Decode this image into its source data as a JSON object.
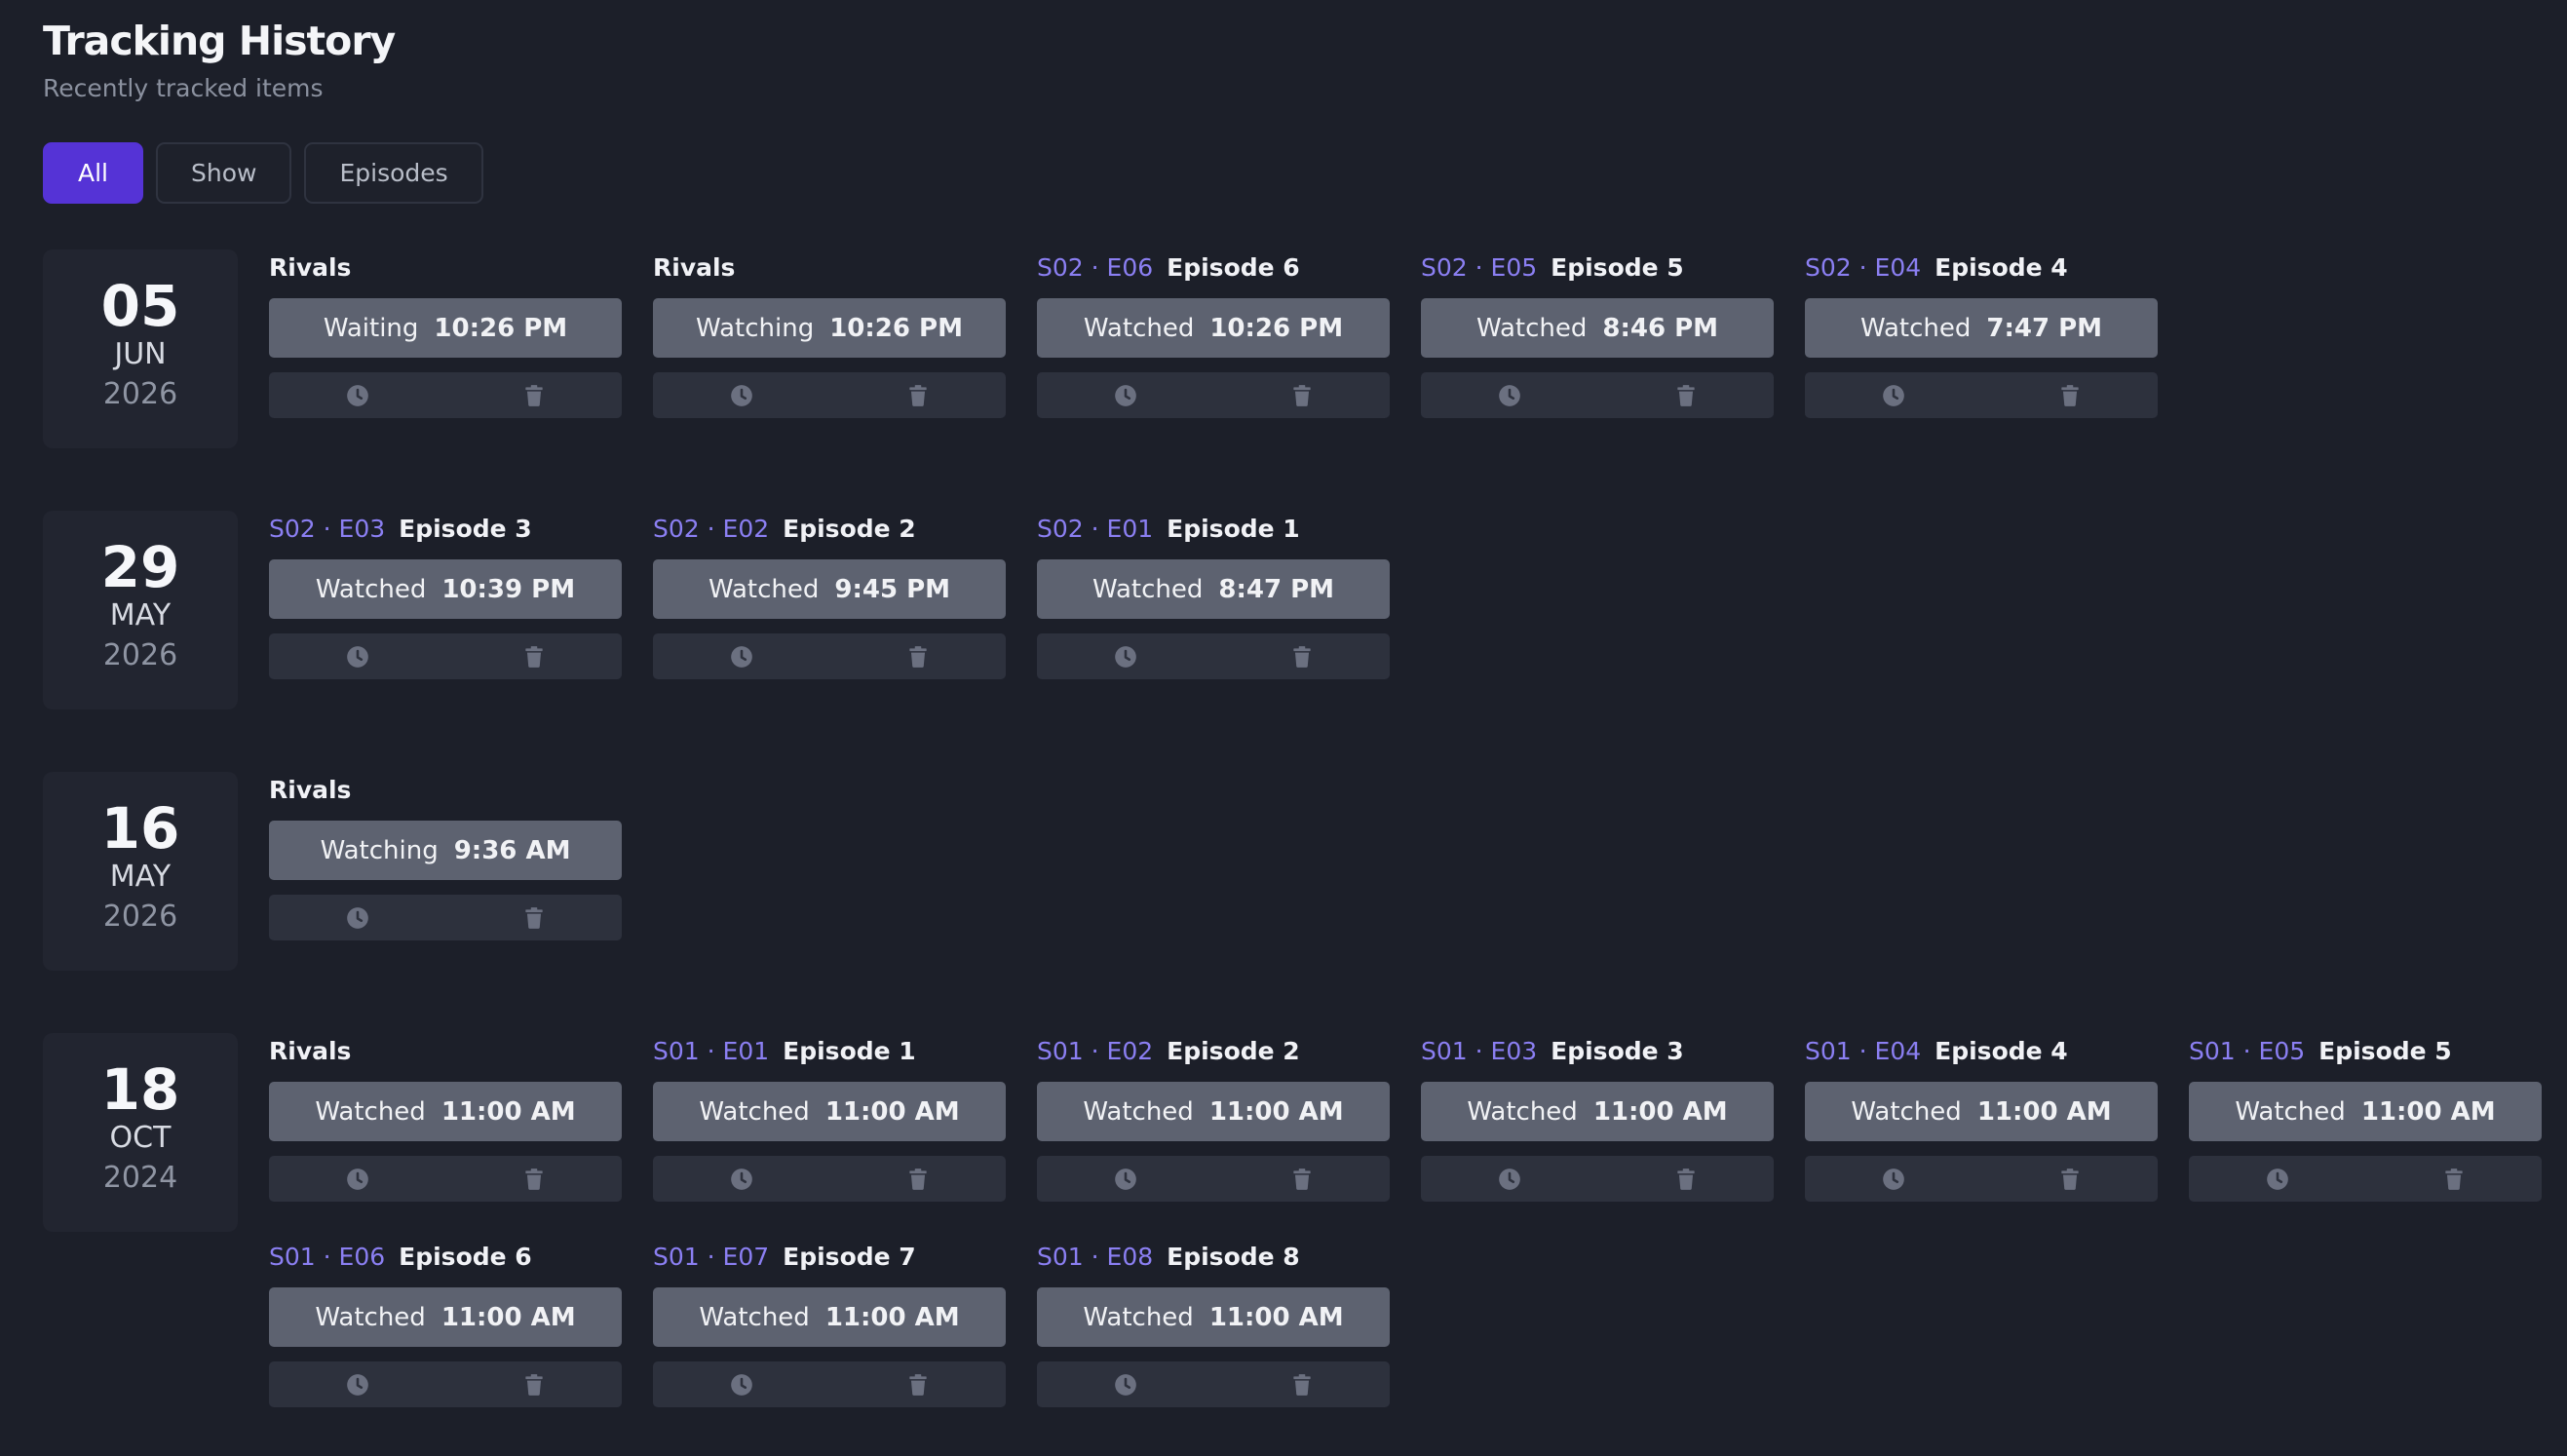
{
  "header": {
    "title": "Tracking History",
    "subtitle": "Recently tracked items"
  },
  "filters": [
    {
      "label": "All",
      "active": true
    },
    {
      "label": "Show",
      "active": false
    },
    {
      "label": "Episodes",
      "active": false
    }
  ],
  "colors": {
    "accent": "#5533d6",
    "episode_code": "#8b7ff2",
    "background": "#1c1f29",
    "status_chip": "#5d6270"
  },
  "icons": {
    "history": "clock-icon",
    "delete": "trash-icon"
  },
  "groups": [
    {
      "day": "05",
      "month": "JUN",
      "year": "2026",
      "items": [
        {
          "code": "",
          "name": "Rivals",
          "status": "Waiting",
          "time": "10:26 PM"
        },
        {
          "code": "",
          "name": "Rivals",
          "status": "Watching",
          "time": "10:26 PM"
        },
        {
          "code": "S02 · E06",
          "name": "Episode 6",
          "status": "Watched",
          "time": "10:26 PM"
        },
        {
          "code": "S02 · E05",
          "name": "Episode 5",
          "status": "Watched",
          "time": "8:46 PM"
        },
        {
          "code": "S02 · E04",
          "name": "Episode 4",
          "status": "Watched",
          "time": "7:47 PM"
        }
      ]
    },
    {
      "day": "29",
      "month": "MAY",
      "year": "2026",
      "items": [
        {
          "code": "S02 · E03",
          "name": "Episode 3",
          "status": "Watched",
          "time": "10:39 PM"
        },
        {
          "code": "S02 · E02",
          "name": "Episode 2",
          "status": "Watched",
          "time": "9:45 PM"
        },
        {
          "code": "S02 · E01",
          "name": "Episode 1",
          "status": "Watched",
          "time": "8:47 PM"
        }
      ]
    },
    {
      "day": "16",
      "month": "MAY",
      "year": "2026",
      "items": [
        {
          "code": "",
          "name": "Rivals",
          "status": "Watching",
          "time": "9:36 AM"
        }
      ]
    },
    {
      "day": "18",
      "month": "OCT",
      "year": "2024",
      "items": [
        {
          "code": "",
          "name": "Rivals",
          "status": "Watched",
          "time": "11:00 AM"
        },
        {
          "code": "S01 · E01",
          "name": "Episode 1",
          "status": "Watched",
          "time": "11:00 AM"
        },
        {
          "code": "S01 · E02",
          "name": "Episode 2",
          "status": "Watched",
          "time": "11:00 AM"
        },
        {
          "code": "S01 · E03",
          "name": "Episode 3",
          "status": "Watched",
          "time": "11:00 AM"
        },
        {
          "code": "S01 · E04",
          "name": "Episode 4",
          "status": "Watched",
          "time": "11:00 AM"
        },
        {
          "code": "S01 · E05",
          "name": "Episode 5",
          "status": "Watched",
          "time": "11:00 AM"
        },
        {
          "code": "S01 · E06",
          "name": "Episode 6",
          "status": "Watched",
          "time": "11:00 AM"
        },
        {
          "code": "S01 · E07",
          "name": "Episode 7",
          "status": "Watched",
          "time": "11:00 AM"
        },
        {
          "code": "S01 · E08",
          "name": "Episode 8",
          "status": "Watched",
          "time": "11:00 AM"
        }
      ]
    }
  ]
}
